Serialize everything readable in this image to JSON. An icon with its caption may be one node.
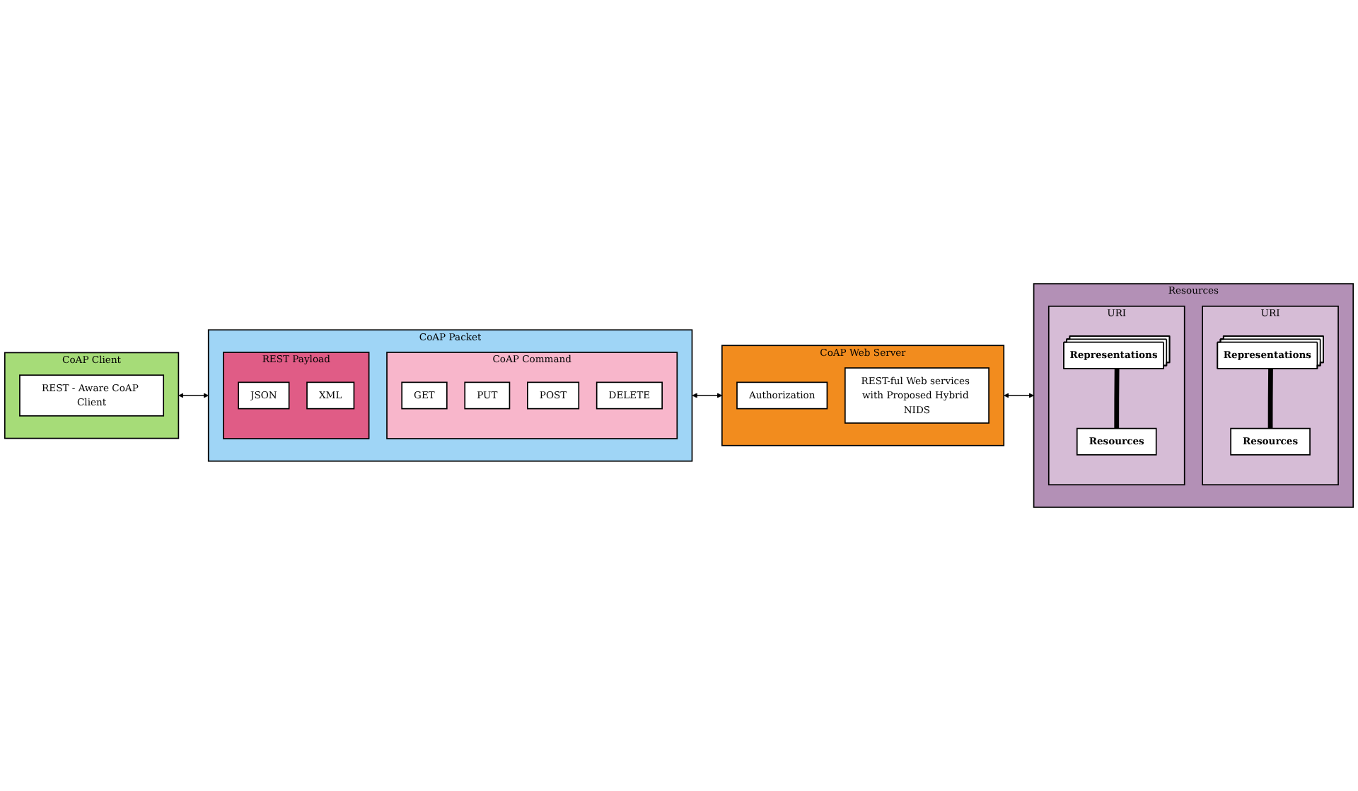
{
  "diagram": {
    "nodes": [
      {
        "text": [
          "CoAP Client"
        ]
      },
      {
        "text": [
          "REST - Aware CoAP Client"
        ],
        "in": 0
      },
      {
        "text": [
          "CoAP Packet"
        ]
      },
      {
        "text": [
          "CoAP Command"
        ],
        "in": 2
      },
      {
        "text": [
          "GET"
        ],
        "in": 3
      },
      {
        "text": [
          "PUT"
        ],
        "in": 3
      },
      {
        "text": [
          "POST"
        ],
        "in": 3
      },
      {
        "text": [
          "DELETE"
        ],
        "in": 3
      },
      {
        "text": [
          "REST Payload"
        ],
        "in": 2
      },
      {
        "text": [
          "JSON"
        ],
        "in": 8
      },
      {
        "text": [
          "XML"
        ],
        "in": 8
      },
      {
        "text": [
          "CoAP Web Server"
        ]
      },
      {
        "text": [
          "Authorization"
        ],
        "in": 11
      },
      {
        "text": [
          "REST-ful Web services with Proposed Hybrid NIDS"
        ],
        "in": 11
      },
      {
        "text": [
          "Resources"
        ]
      },
      {
        "text": [
          "URI"
        ],
        "in": 14
      },
      {
        "text": [
          "Representations"
        ],
        "in": 15
      },
      {
        "text": [
          "Resources"
        ],
        "in": 15
      },
      {
        "text": [
          "URI"
        ],
        "in": 14
      },
      {
        "text": [
          "Representations"
        ],
        "in": 18
      },
      {
        "text": [
          "Resources"
        ],
        "in": 18
      }
    ],
    "edges": [
      {
        "from": 0,
        "to": 2,
        "arrow": "both"
      },
      {
        "from": 2,
        "to": 11,
        "arrow": "both"
      },
      {
        "from": 11,
        "to": 14,
        "arrow": "both"
      },
      {
        "from": 16,
        "to": 17,
        "arrow": "none",
        "style": "thick"
      },
      {
        "from": 19,
        "to": 20,
        "arrow": "none",
        "style": "thick"
      }
    ]
  }
}
